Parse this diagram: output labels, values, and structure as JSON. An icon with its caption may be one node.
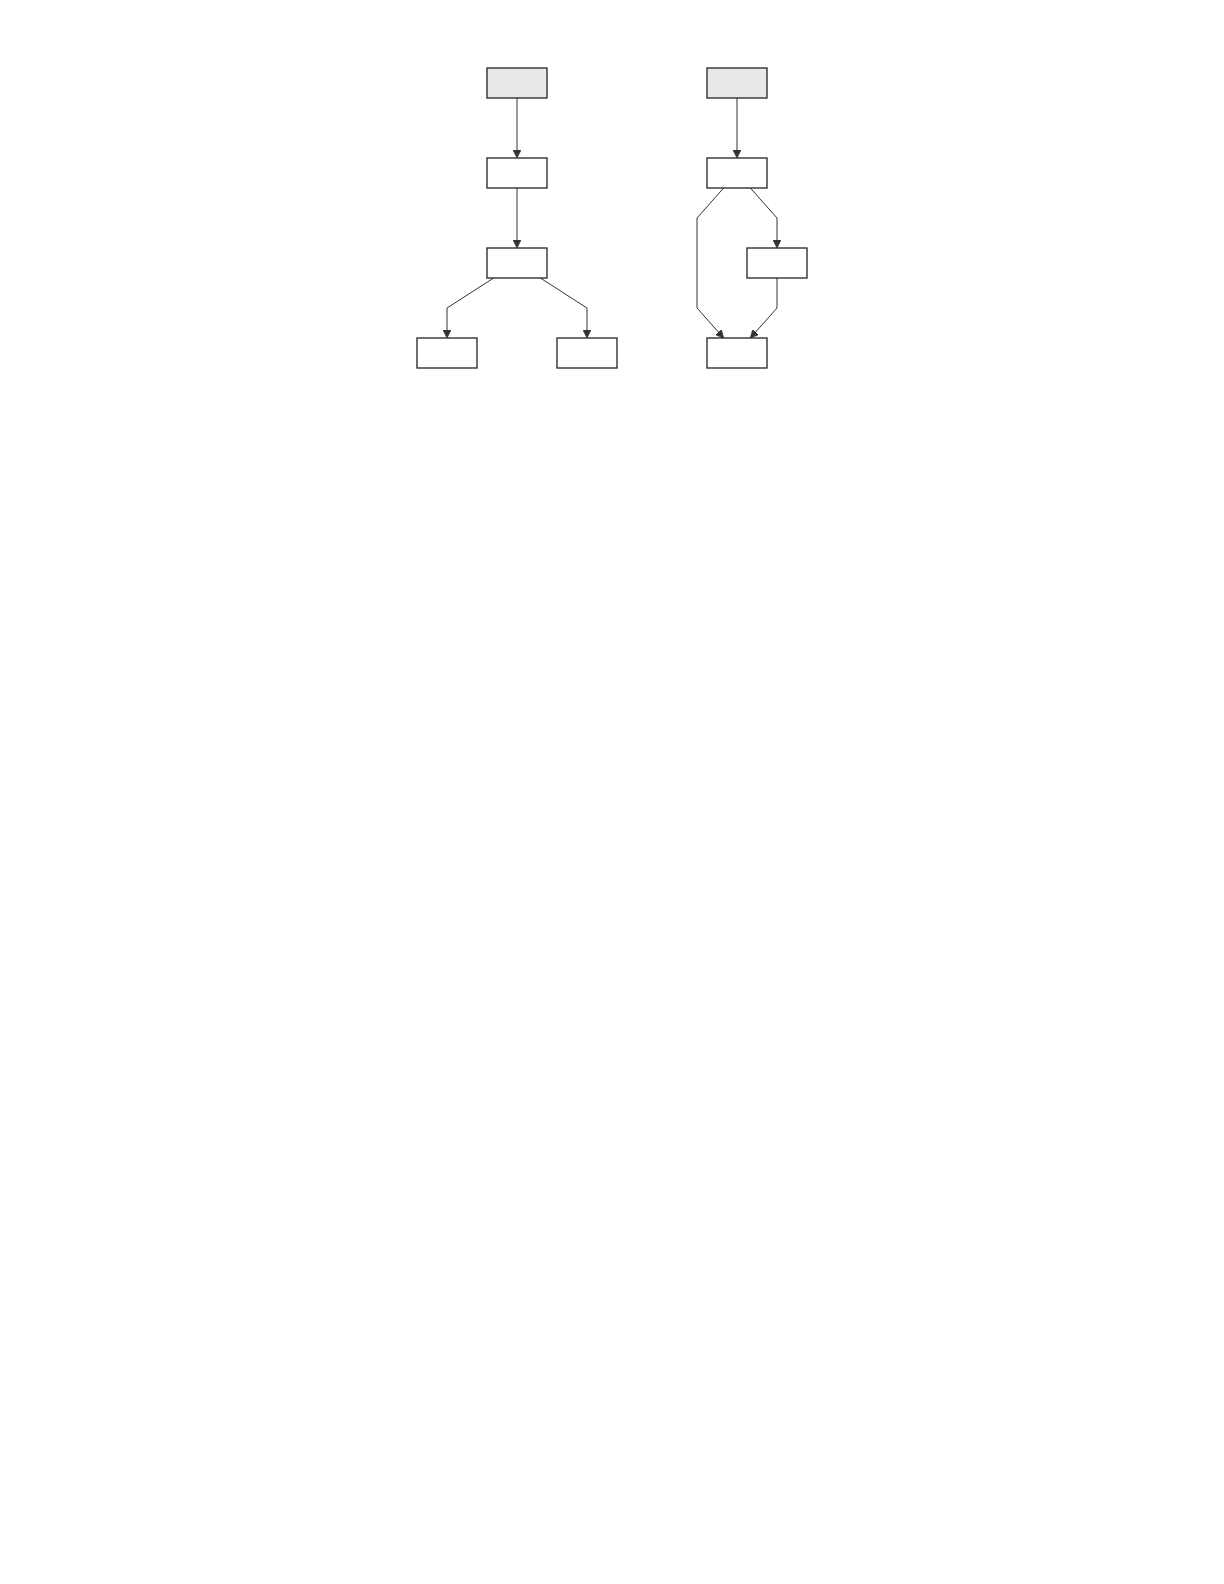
{
  "diagram": {
    "nodes": [
      {
        "text": [],
        "shape": "box"
      },
      {
        "text": [],
        "shape": "box"
      },
      {
        "text": [],
        "shape": "box"
      },
      {
        "text": [],
        "shape": "box"
      },
      {
        "text": [],
        "shape": "box"
      },
      {
        "text": [],
        "shape": "box"
      },
      {
        "text": [],
        "shape": "box"
      },
      {
        "text": [],
        "shape": "box"
      },
      {
        "text": [],
        "shape": "box"
      }
    ],
    "edges": [
      {
        "from": 0,
        "to": 1,
        "arrow": "to"
      },
      {
        "from": 1,
        "to": 2,
        "arrow": "to"
      },
      {
        "from": 2,
        "to": 3,
        "arrow": "to"
      },
      {
        "from": 2,
        "to": 4,
        "arrow": "to"
      },
      {
        "from": 5,
        "to": 6,
        "arrow": "to"
      },
      {
        "from": 6,
        "to": 7,
        "arrow": "to"
      },
      {
        "from": 6,
        "to": 8,
        "arrow": "to"
      },
      {
        "from": 8,
        "to": 7,
        "arrow": "to"
      }
    ]
  }
}
